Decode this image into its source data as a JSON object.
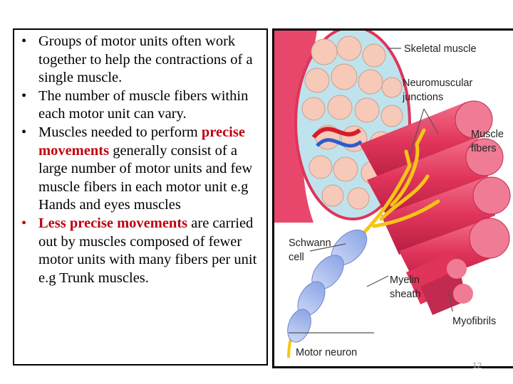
{
  "bullets": [
    {
      "text": "Groups of motor units often work together to help the contractions of a single muscle."
    },
    {
      "text": "The number of muscle fibers within each motor  unit can vary."
    },
    {
      "pre": "Muscles needed to perform ",
      "highlight": "precise movements",
      "post": " generally consist of a large number of motor units and few muscle fibers in each motor unit  e.g Hands and eyes muscles"
    },
    {
      "highlight": "Less precise movements",
      "post": " are carried out by muscles composed of fewer motor units with many fibers per unit e.g Trunk muscles."
    }
  ],
  "bullet_symbol": "•",
  "diagram_labels": {
    "skeletal_muscle": "Skeletal muscle",
    "nmj_line1": "Neuromuscular",
    "nmj_line2": "junctions",
    "fibers_line1": "Muscle",
    "fibers_line2": "fibers",
    "schwann_line1": "Schwann",
    "schwann_line2": "cell",
    "myelin_line1": "Myelin",
    "myelin_line2": "sheath",
    "myofibrils": "Myofibrils",
    "motor_neuron": "Motor neuron"
  },
  "page_number": "12",
  "colors": {
    "highlight_red": "#c0000f",
    "muscle_red": "#e0345a",
    "nerve_yellow": "#f5c518"
  }
}
